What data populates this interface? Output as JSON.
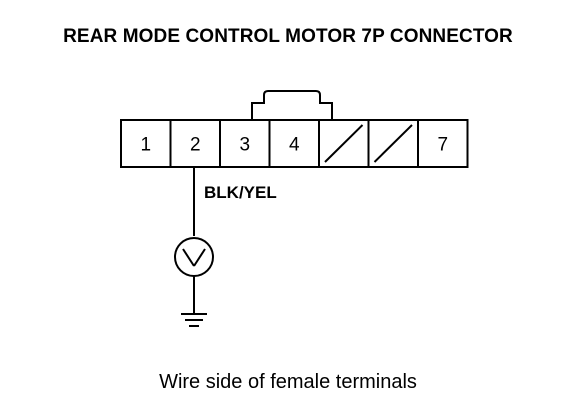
{
  "title": "REAR MODE CONTROL MOTOR 7P CONNECTOR",
  "connector": {
    "pins": [
      {
        "label": "1",
        "unused": false
      },
      {
        "label": "2",
        "unused": false
      },
      {
        "label": "3",
        "unused": false
      },
      {
        "label": "4",
        "unused": false
      },
      {
        "label": "",
        "unused": true
      },
      {
        "label": "",
        "unused": true
      },
      {
        "label": "7",
        "unused": false
      }
    ]
  },
  "wire": {
    "color_label": "BLK/YEL",
    "from_pin": "2"
  },
  "meter": {
    "symbol": "V"
  },
  "caption": "Wire side of female terminals"
}
